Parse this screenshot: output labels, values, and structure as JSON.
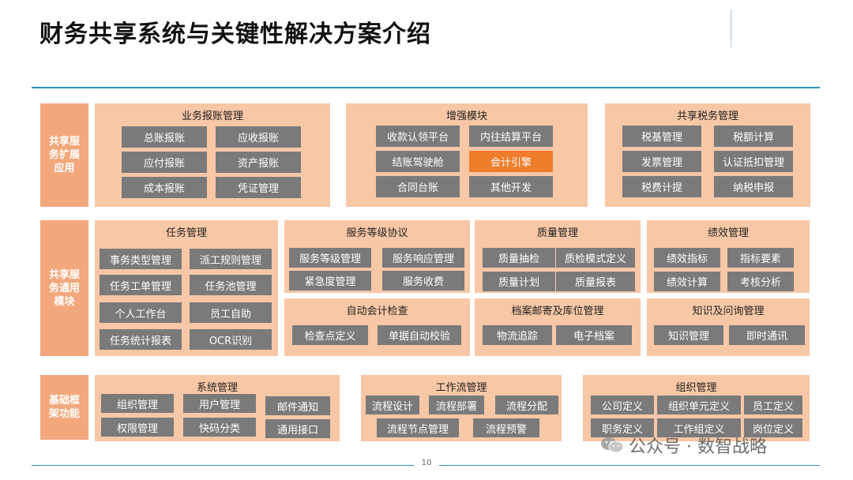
{
  "title": "财务共享系统与关键性解决方案介绍",
  "page_number": "10",
  "watermark": "公众号 · 数智战略",
  "rows": [
    {
      "label": "共享服务扩展应用"
    },
    {
      "label": "共享服务通用模块"
    },
    {
      "label": "基础框架功能"
    }
  ],
  "panels": {
    "expense": {
      "title": "业务报账管理",
      "items": [
        "总账报账",
        "应收报账",
        "应付报账",
        "资产报账",
        "成本报账",
        "凭证管理"
      ]
    },
    "enhance": {
      "title": "增强模块",
      "items": [
        "收款认领平台",
        "内往结算平台",
        "结账驾驶舱",
        "会计引擎",
        "合同台账",
        "其他开发"
      ]
    },
    "tax": {
      "title": "共享税务管理",
      "items": [
        "税基管理",
        "税额计算",
        "发票管理",
        "认证抵扣管理",
        "税费计提",
        "纳税申报"
      ]
    },
    "task": {
      "title": "任务管理",
      "items": [
        "事务类型管理",
        "派工规则管理",
        "任务工单管理",
        "任务池管理",
        "个人工作台",
        "员工自助",
        "任务统计报表",
        "OCR识别"
      ]
    },
    "sla": {
      "title": "服务等级协议",
      "items": [
        "服务等级管理",
        "服务响应管理",
        "紧急度管理",
        "服务收费"
      ]
    },
    "quality": {
      "title": "质量管理",
      "items": [
        "质量抽检",
        "质检模式定义",
        "质量计划",
        "质量报表"
      ]
    },
    "perf": {
      "title": "绩效管理",
      "items": [
        "绩效指标",
        "指标要素",
        "绩效计算",
        "考核分析"
      ]
    },
    "autocheck": {
      "title": "自动会计检查",
      "items": [
        "检查点定义",
        "单据自动校验"
      ]
    },
    "archive": {
      "title": "档案邮寄及库位管理",
      "items": [
        "物流追踪",
        "电子档案"
      ]
    },
    "knowledge": {
      "title": "知识及问询管理",
      "items": [
        "知识管理",
        "即时通讯"
      ]
    },
    "system": {
      "title": "系统管理",
      "items": [
        "组织管理",
        "用户管理",
        "邮件通知",
        "权限管理",
        "快码分类",
        "通用接口"
      ]
    },
    "workflow": {
      "title": "工作流管理",
      "items": [
        "流程设计",
        "流程部署",
        "流程分配",
        "流程节点管理",
        "流程预警"
      ]
    },
    "org": {
      "title": "组织管理",
      "items": [
        "公司定义",
        "组织单元定义",
        "员工定义",
        "职务定义",
        "工作组定义",
        "岗位定义"
      ]
    }
  },
  "colors": {
    "accent_line": "#2f8fc0",
    "panel": "#f7c7a6",
    "label": "#f2a87c",
    "button": "#7a7a7a",
    "highlight": "#ee7d2c"
  }
}
